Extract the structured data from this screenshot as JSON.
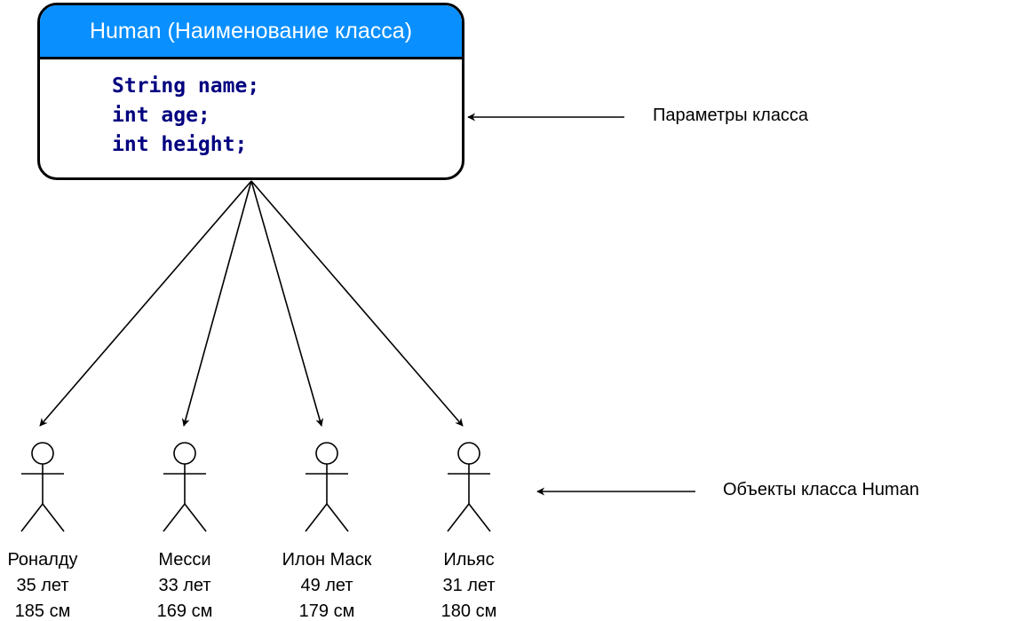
{
  "class_box": {
    "title": "Human (Наименование класса)",
    "fields": [
      "String name;",
      "int age;",
      "int height;"
    ]
  },
  "labels": {
    "class_params": "Параметры класса",
    "class_objects": "Объекты класса Human"
  },
  "objects": [
    {
      "name": "Роналду",
      "age": "35 лет",
      "height": "185 см"
    },
    {
      "name": "Месси",
      "age": "33 лет",
      "height": "169 см"
    },
    {
      "name": "Илон Маск",
      "age": "49 лет",
      "height": "179 см"
    },
    {
      "name": "Ильяс",
      "age": "31 лет",
      "height": "180 см"
    }
  ],
  "colors": {
    "header_fill": "#0a8fff",
    "header_text": "#ffffff",
    "field_text": "#000080",
    "stroke": "#000000"
  }
}
